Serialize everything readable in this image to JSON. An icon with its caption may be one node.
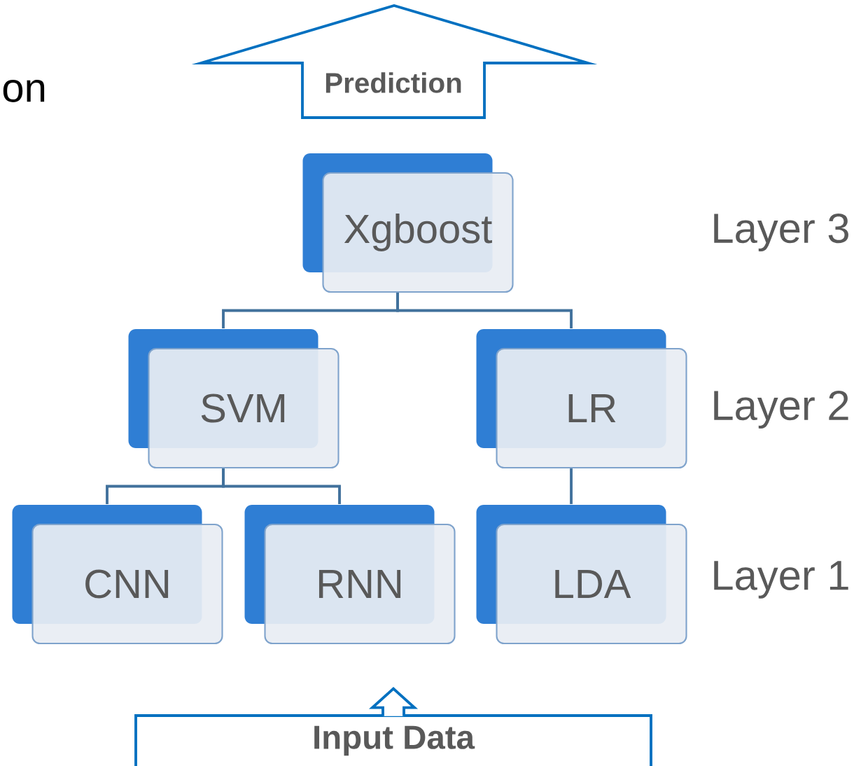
{
  "diagram": {
    "nodes": [
      {
        "text": [
          "Prediction"
        ]
      },
      {
        "text": [
          "Xgboost"
        ]
      },
      {
        "text": [
          "SVM"
        ]
      },
      {
        "text": [
          "LR"
        ]
      },
      {
        "text": [
          "CNN"
        ]
      },
      {
        "text": [
          "RNN"
        ]
      },
      {
        "text": [
          "LDA"
        ]
      },
      {
        "text": [
          "Input Data"
        ]
      }
    ],
    "edges": [
      {
        "from": 1,
        "to": 2,
        "arrow": "none"
      },
      {
        "from": 1,
        "to": 3,
        "arrow": "none"
      },
      {
        "from": 2,
        "to": 4,
        "arrow": "none"
      },
      {
        "from": 2,
        "to": 5,
        "arrow": "none"
      },
      {
        "from": 3,
        "to": 6,
        "arrow": "none"
      },
      {
        "from": 7,
        "to": null,
        "arrow": "to"
      }
    ],
    "labels": [
      "on",
      "Layer 3",
      "Layer 2",
      "Layer 1"
    ]
  }
}
